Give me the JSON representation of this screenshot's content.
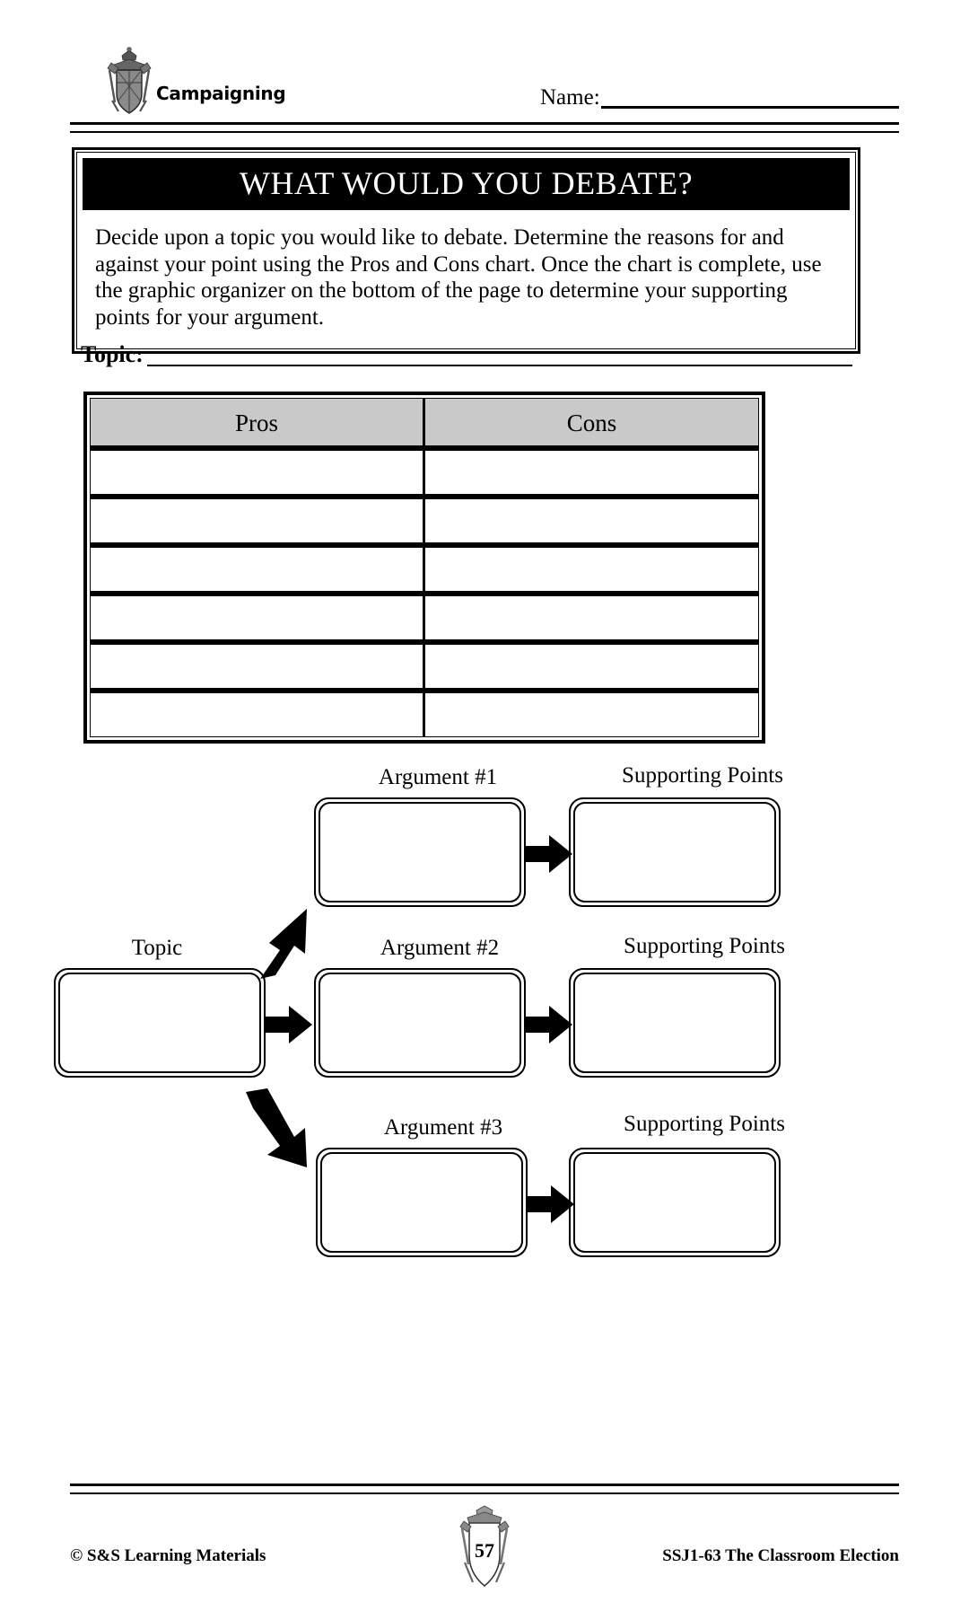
{
  "header": {
    "crest_icon": "royal-crest-icon",
    "section_label": "Campaigning",
    "name_label": "Name:"
  },
  "instruction_panel": {
    "title": "WHAT WOULD YOU DEBATE?",
    "body": "Decide upon a topic you would like to debate.  Determine the reasons for and against your point using the Pros and Cons chart.  Once the chart is complete, use the graphic organizer on the bottom of the page to determine your supporting points for your argument."
  },
  "topic": {
    "label": "Topic:",
    "value": ""
  },
  "pros_cons_table": {
    "columns": [
      "Pros",
      "Cons"
    ],
    "rows": [
      {
        "pros": "",
        "cons": ""
      },
      {
        "pros": "",
        "cons": ""
      },
      {
        "pros": "",
        "cons": ""
      },
      {
        "pros": "",
        "cons": ""
      },
      {
        "pros": "",
        "cons": ""
      },
      {
        "pros": "",
        "cons": ""
      }
    ],
    "header_fill": "#c9c9c9"
  },
  "organizer": {
    "topic_label": "Topic",
    "topic_value": "",
    "branches": [
      {
        "argument_label": "Argument #1",
        "argument_value": "",
        "supporting_label": "Supporting Points",
        "supporting_value": ""
      },
      {
        "argument_label": "Argument #2",
        "argument_value": "",
        "supporting_label": "Supporting Points",
        "supporting_value": ""
      },
      {
        "argument_label": "Argument #3",
        "argument_value": "",
        "supporting_label": "Supporting Points",
        "supporting_value": ""
      }
    ],
    "arrow_icons": [
      "arrow-up-right-icon",
      "arrow-right-icon",
      "arrow-down-right-icon",
      "arrow-right-icon",
      "arrow-right-icon",
      "arrow-right-icon"
    ]
  },
  "footer": {
    "copyright": "© S&S Learning Materials",
    "page_number": "57",
    "page_crest_icon": "royal-crest-icon",
    "reference": "SSJ1-63 The Classroom Election"
  }
}
